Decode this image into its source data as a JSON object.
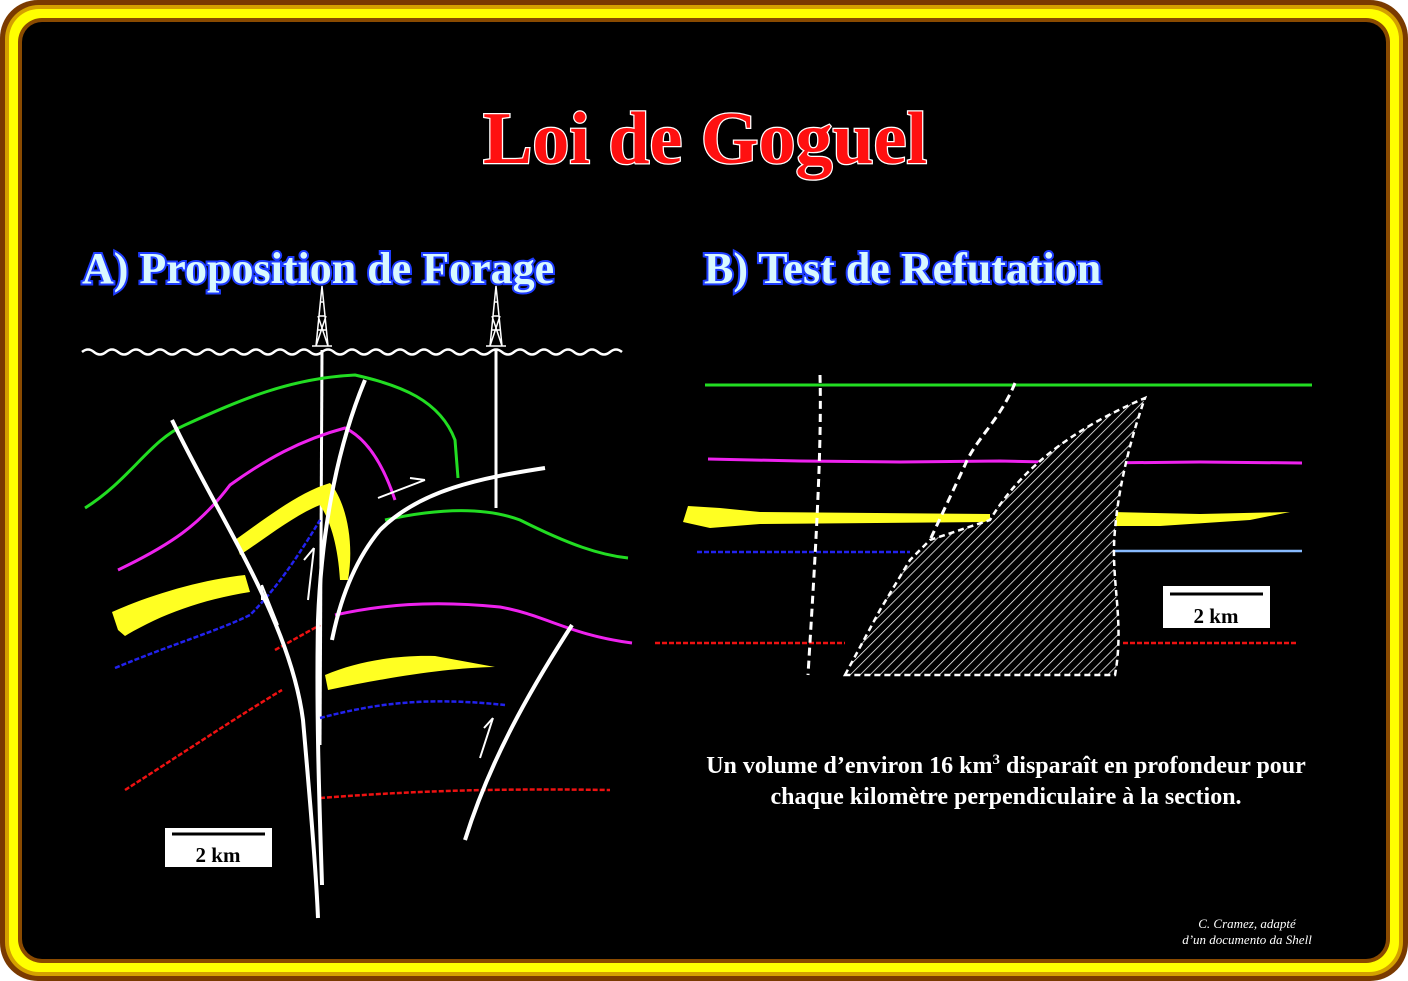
{
  "title": "Loi de Goguel",
  "panel_a": {
    "heading": "A) Proposition de Forage",
    "scale_label": "2 km"
  },
  "panel_b": {
    "heading": "B) Test de Refutation",
    "scale_label": "2 km"
  },
  "caption": {
    "line1_prefix": "Un volume d’environ 16 km",
    "line1_sup": "3",
    "line1_suffix": " disparaît en profondeur pour",
    "line2": "chaque kilomètre perpendiculaire à la section."
  },
  "credit": {
    "line1": "C. Cramez, adapté",
    "line2": "d’un  documento da Shell"
  },
  "colors": {
    "green": "#22dd22",
    "magenta": "#ee22ee",
    "yellow": "#ffff22",
    "blue": "#2222ee",
    "red": "#ee1111",
    "lightblue": "#88bbff"
  }
}
